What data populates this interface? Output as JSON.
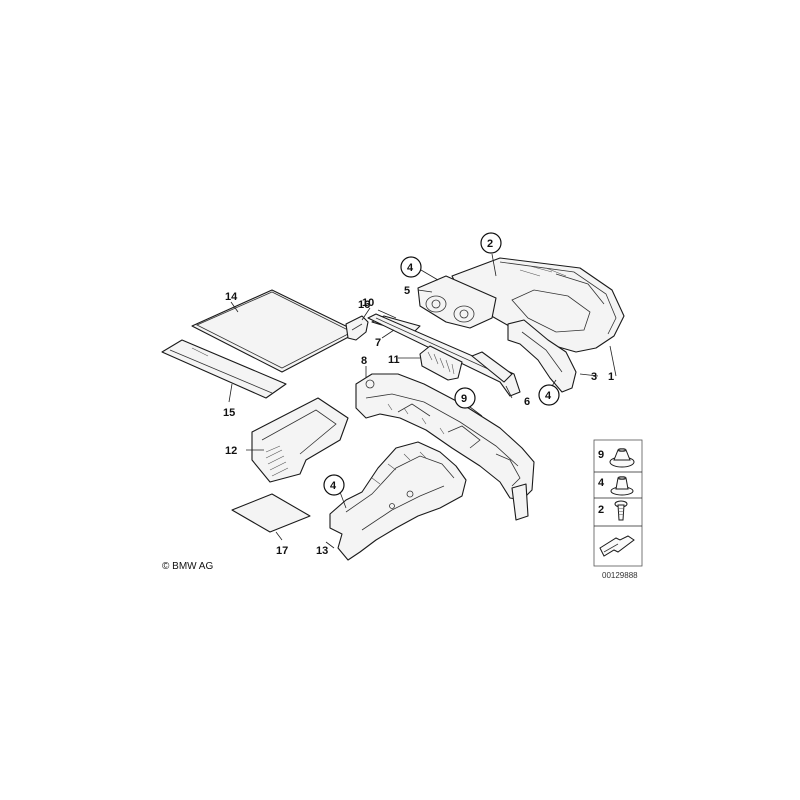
{
  "callouts": {
    "c1": "1",
    "c2": "2",
    "c3": "3",
    "c4a": "4",
    "c4b": "4",
    "c4c": "4",
    "c5": "5",
    "c6": "6",
    "c7": "7",
    "c8": "8",
    "c9": "9",
    "c10": "10",
    "c11": "11",
    "c12": "12",
    "c13": "13",
    "c14": "14",
    "c15": "15",
    "c16": "16",
    "c17": "17"
  },
  "legend": {
    "item_9": "9",
    "item_4": "4",
    "item_2": "2"
  },
  "copyright": "© BMW AG",
  "doc_number": "00129888"
}
